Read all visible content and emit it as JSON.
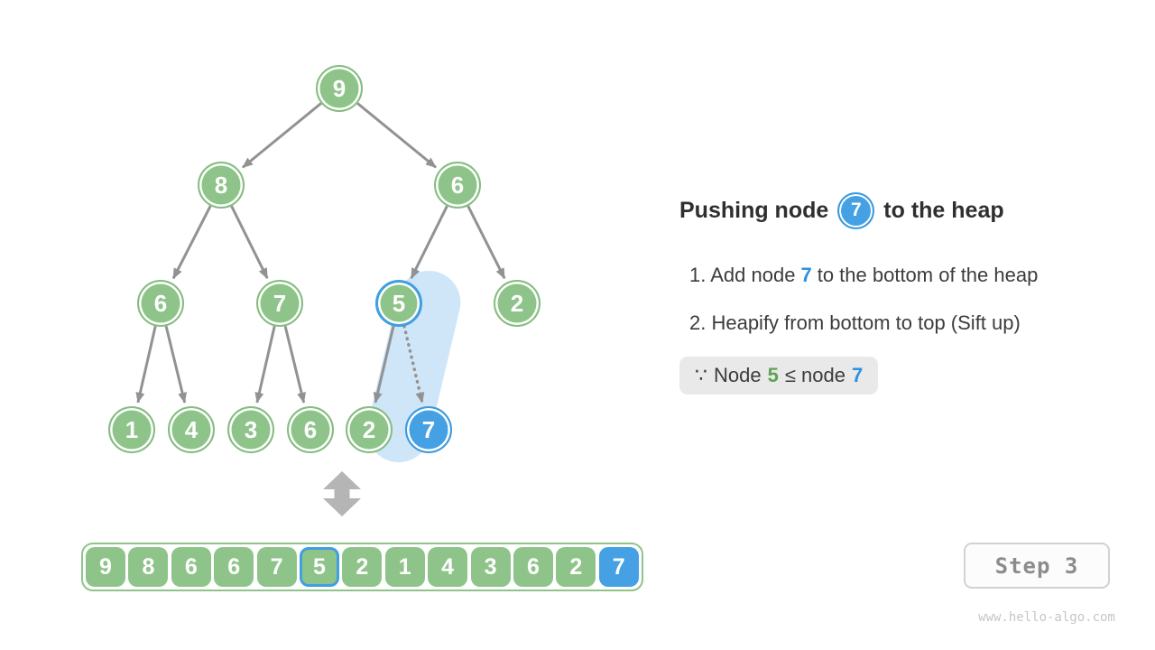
{
  "colors": {
    "node_green": "#8ec48a",
    "node_blue": "#45a1e4",
    "highlight_capsule": "#cee6f8",
    "edge_gray": "#929292",
    "text_green": "#5da355",
    "text_blue": "#2e90dd",
    "note_bg": "#e9e9e9"
  },
  "tree": {
    "nodes": [
      "9",
      "8",
      "6",
      "6",
      "7",
      "5",
      "2",
      "1",
      "4",
      "3",
      "6",
      "2",
      "7"
    ]
  },
  "array": {
    "cells": [
      "9",
      "8",
      "6",
      "6",
      "7",
      "5",
      "2",
      "1",
      "4",
      "3",
      "6",
      "2",
      "7"
    ]
  },
  "heading": {
    "prefix": "Pushing node",
    "badge_value": "7",
    "suffix": "to the heap"
  },
  "steps": [
    {
      "prefix": "1. Add node",
      "value": "7",
      "suffix": "to the bottom of the heap"
    },
    {
      "prefix": "2. Heapify from bottom to top (Sift up)",
      "value": "",
      "suffix": ""
    }
  ],
  "note": {
    "symbol": "∵",
    "text1": "Node",
    "value1": "5",
    "text2": "≤ node",
    "value2": "7"
  },
  "step_badge": {
    "label": "Step 3"
  },
  "watermark": "www.hello-algo.com"
}
